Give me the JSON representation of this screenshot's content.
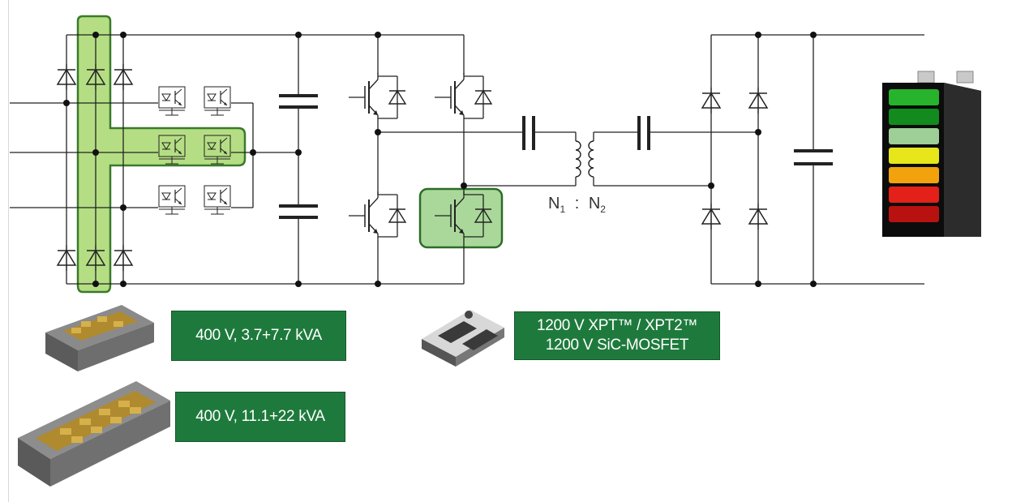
{
  "transformer": {
    "n1": "N",
    "n1_sub": "1",
    "separator": ":",
    "n2": "N",
    "n2_sub": "2"
  },
  "labels": {
    "module_small": "400 V, 3.7+7.7 kVA",
    "module_large": "400 V, 11.1+22 kVA",
    "discrete_line1": "1200 V XPT™ / XPT2™",
    "discrete_line2": "1200 V SiC-MOSFET"
  },
  "colors": {
    "highlight_fill": "#b5de84",
    "highlight_stroke": "#3a7a2a",
    "label_bg": "#1e7a3c",
    "wire": "#222222"
  },
  "icons": [
    "diode-icon",
    "igbt-icon",
    "capacitor-icon",
    "transformer-icon",
    "battery-icon",
    "power-module-icon",
    "discrete-package-icon"
  ]
}
